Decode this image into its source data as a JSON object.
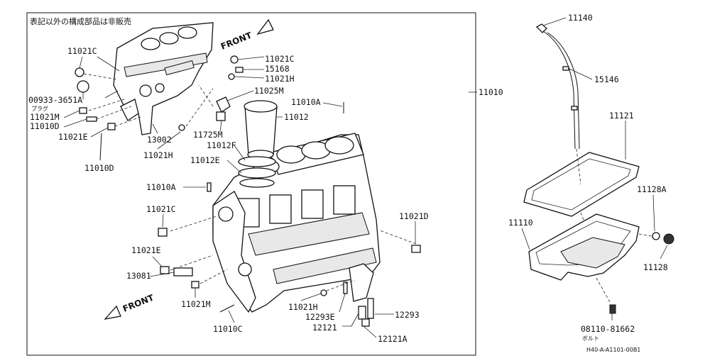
{
  "note": "表記以外の構成部品は非販売",
  "front_label": "FRONT",
  "drawing_code": "H40-A-A1101-00B1",
  "labels": {
    "p11021C_a": "11021C",
    "p11021C_b": "11021C",
    "p15168": "15168",
    "p11021H_a": "11021H",
    "p00933": "00933-3651A",
    "plug": "プラグ",
    "p11025M": "11025M",
    "p11021M_a": "11021M",
    "p11010D_a": "11010D",
    "p11010A_a": "11010A",
    "p11010": "11010",
    "p11012": "11012",
    "p11021E_a": "11021E",
    "p13002": "13002",
    "p11725M": "11725M",
    "p11012F": "11012F",
    "p11021H_b": "11021H",
    "p11010D_b": "11010D",
    "p11012E": "11012E",
    "p11010A_b": "11010A",
    "p11021C_c": "11021C",
    "p11021D": "11021D",
    "p11021E_b": "11021E",
    "p13081": "13081",
    "p11021M_b": "11021M",
    "p11021H_c": "11021H",
    "p12293E": "12293E",
    "p12293": "12293",
    "p12121": "12121",
    "p11010C": "11010C",
    "p12121A": "12121A",
    "p11140": "11140",
    "p15146": "15146",
    "p11121": "11121",
    "p11128A": "11128A",
    "p11110": "11110",
    "p11128": "11128",
    "p08110": "08110-81662",
    "bolt": "ボルト"
  }
}
